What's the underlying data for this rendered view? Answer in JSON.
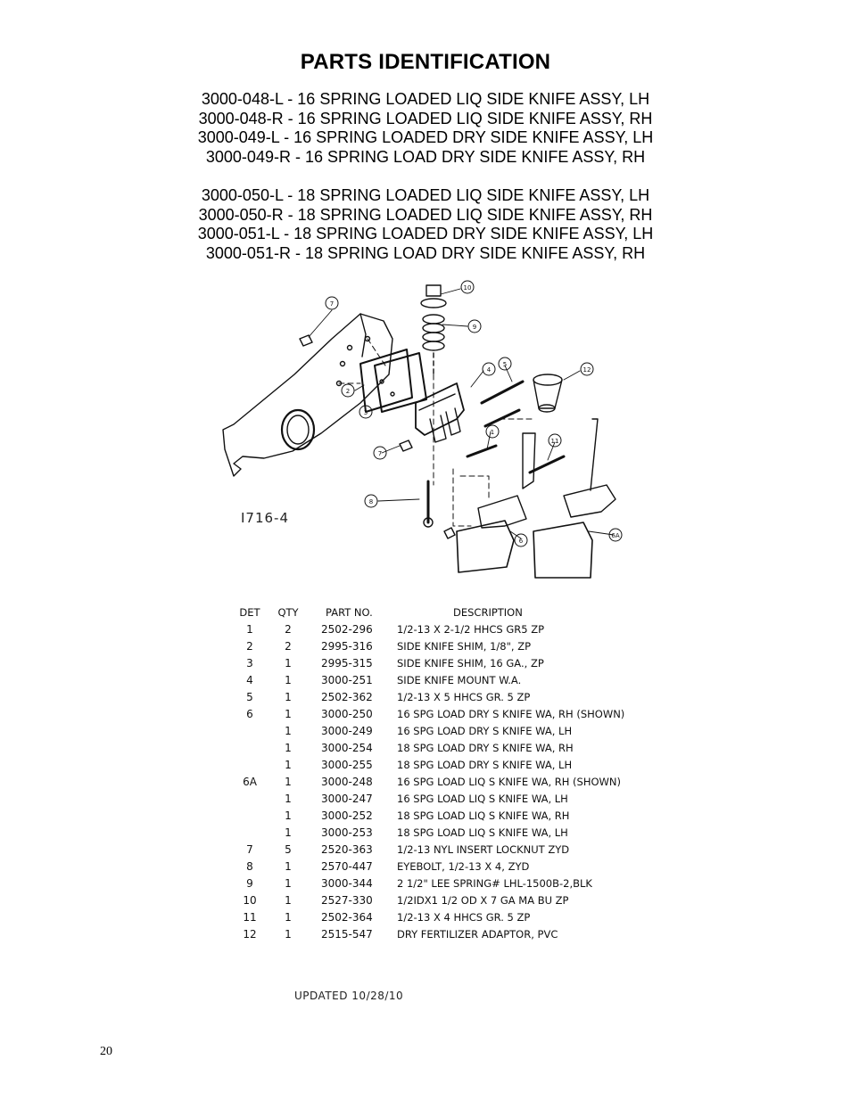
{
  "title": "PARTS IDENTIFICATION",
  "assemblies_16": [
    "3000-048-L - 16 SPRING LOADED LIQ SIDE KNIFE ASSY, LH",
    "3000-048-R - 16 SPRING LOADED LIQ SIDE KNIFE ASSY, RH",
    "3000-049-L - 16 SPRING LOADED DRY SIDE KNIFE ASSY, LH",
    "3000-049-R - 16 SPRING LOAD DRY SIDE KNIFE ASSY, RH"
  ],
  "assemblies_18": [
    "3000-050-L - 18 SPRING LOADED LIQ SIDE KNIFE ASSY, LH",
    "3000-050-R - 18 SPRING LOADED LIQ SIDE KNIFE ASSY, RH",
    "3000-051-L - 18 SPRING LOADED DRY SIDE KNIFE ASSY, LH",
    "3000-051-R - 18 SPRING LOAD DRY SIDE KNIFE ASSY, RH"
  ],
  "diagram": {
    "drawing_number": "I716-4",
    "callouts": [
      "10",
      "7",
      "9",
      "4",
      "5",
      "12",
      "2",
      "3",
      "1",
      "11",
      "7",
      "8",
      "6",
      "6A"
    ]
  },
  "parts_table": {
    "headers": {
      "det": "DET",
      "qty": "QTY",
      "part": "PART NO.",
      "desc": "DESCRIPTION"
    },
    "rows": [
      {
        "det": "1",
        "qty": "2",
        "part": "2502-296",
        "desc": "1/2-13 X 2-1/2 HHCS GR5 ZP"
      },
      {
        "det": "2",
        "qty": "2",
        "part": "2995-316",
        "desc": "SIDE KNIFE SHIM, 1/8\", ZP"
      },
      {
        "det": "3",
        "qty": "1",
        "part": "2995-315",
        "desc": "SIDE KNIFE SHIM, 16 GA., ZP"
      },
      {
        "det": "4",
        "qty": "1",
        "part": "3000-251",
        "desc": "SIDE KNIFE MOUNT W.A."
      },
      {
        "det": "5",
        "qty": "1",
        "part": "2502-362",
        "desc": "1/2-13 X 5 HHCS GR. 5 ZP"
      },
      {
        "det": "6",
        "qty": "1",
        "part": "3000-250",
        "desc": "16 SPG LOAD DRY S KNIFE WA, RH (SHOWN)"
      },
      {
        "det": "",
        "qty": "1",
        "part": "3000-249",
        "desc": "16 SPG LOAD DRY S KNIFE WA, LH"
      },
      {
        "det": "",
        "qty": "1",
        "part": "3000-254",
        "desc": "18 SPG LOAD DRY S KNIFE WA, RH"
      },
      {
        "det": "",
        "qty": "1",
        "part": "3000-255",
        "desc": "18 SPG LOAD DRY S KNIFE WA, LH"
      },
      {
        "det": "6A",
        "qty": "1",
        "part": "3000-248",
        "desc": "16 SPG LOAD LIQ S KNIFE WA, RH (SHOWN)"
      },
      {
        "det": "",
        "qty": "1",
        "part": "3000-247",
        "desc": "16 SPG LOAD LIQ S KNIFE WA, LH"
      },
      {
        "det": "",
        "qty": "1",
        "part": "3000-252",
        "desc": "18 SPG LOAD LIQ S KNIFE WA, RH"
      },
      {
        "det": "",
        "qty": "1",
        "part": "3000-253",
        "desc": "18 SPG LOAD LIQ S KNIFE WA, LH"
      },
      {
        "det": "7",
        "qty": "5",
        "part": "2520-363",
        "desc": "1/2-13 NYL INSERT LOCKNUT ZYD"
      },
      {
        "det": "8",
        "qty": "1",
        "part": "2570-447",
        "desc": "EYEBOLT, 1/2-13 X 4, ZYD"
      },
      {
        "det": "9",
        "qty": "1",
        "part": "3000-344",
        "desc": "2 1/2\" LEE SPRING# LHL-1500B-2,BLK"
      },
      {
        "det": "10",
        "qty": "1",
        "part": "2527-330",
        "desc": "1/2IDX1 1/2 OD X 7 GA MA BU ZP"
      },
      {
        "det": "11",
        "qty": "1",
        "part": "2502-364",
        "desc": "1/2-13 X 4 HHCS GR. 5 ZP"
      },
      {
        "det": "12",
        "qty": "1",
        "part": "2515-547",
        "desc": "DRY FERTILIZER ADAPTOR, PVC"
      }
    ]
  },
  "updated": "UPDATED 10/28/10",
  "page_number": "20"
}
